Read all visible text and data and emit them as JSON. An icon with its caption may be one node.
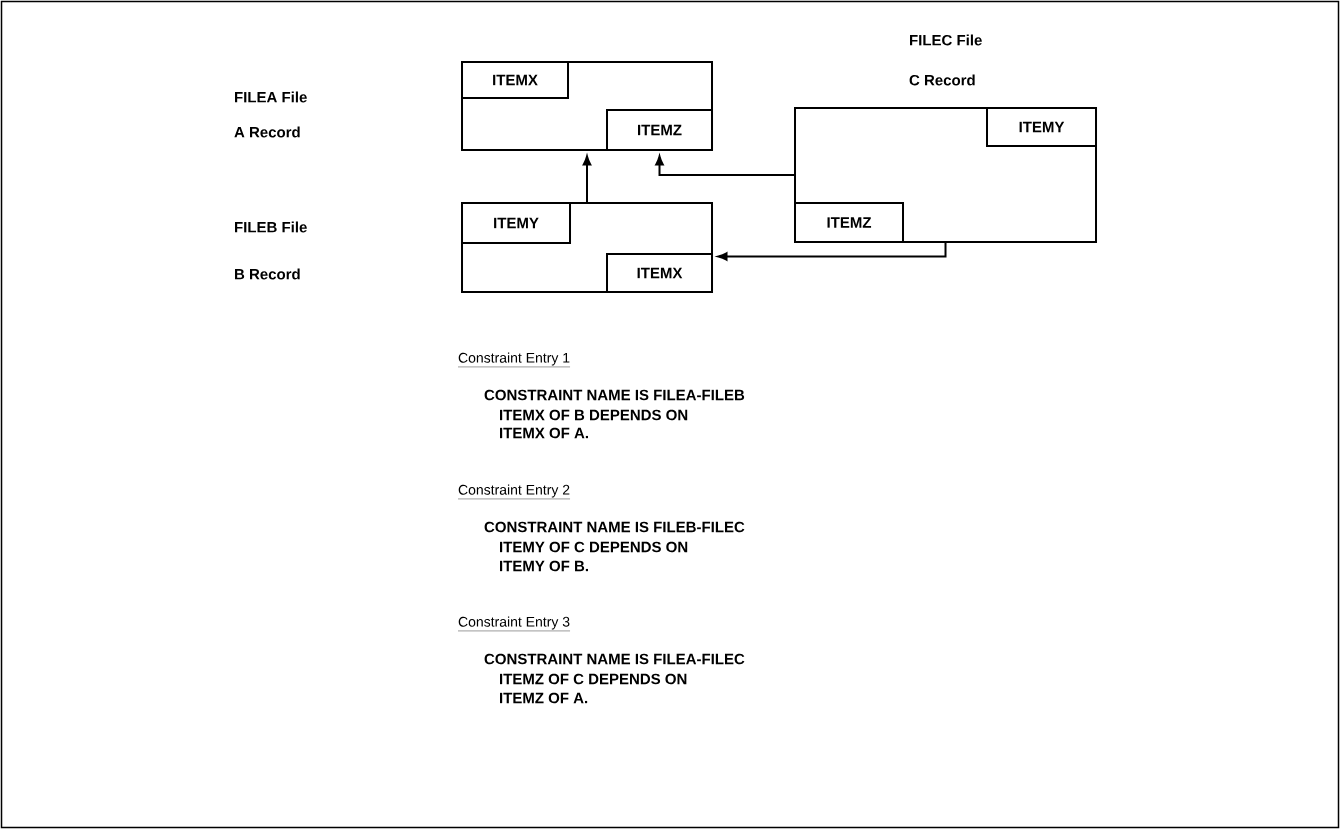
{
  "diagram": {
    "nodes": [
      {
        "text": [],
        "shape": "box"
      },
      {
        "text": [
          "ITEMX"
        ],
        "in": 0
      },
      {
        "text": [
          "ITEMZ"
        ],
        "in": 0
      },
      {
        "text": [],
        "shape": "box"
      },
      {
        "text": [
          "ITEMY"
        ],
        "in": 3
      },
      {
        "text": [
          "ITEMZ"
        ],
        "in": 3
      },
      {
        "text": [],
        "shape": "box"
      },
      {
        "text": [
          "ITEMY"
        ],
        "in": 6
      },
      {
        "text": [
          "ITEMX"
        ],
        "in": 6
      }
    ],
    "edges": [
      {
        "from": 6,
        "to": 0,
        "arrow": "to"
      },
      {
        "from": 3,
        "to": 2,
        "arrow": "to"
      },
      {
        "from": 3,
        "to": 6,
        "arrow": "to"
      }
    ],
    "labels": [
      "FILEC File",
      "FILEA File",
      "C Record",
      "A Record",
      "FILEB File",
      "B Record",
      "Constraint Entry 1",
      "CONSTRAINT NAME IS FILEA-FILEB",
      "ITEMX OF B DEPENDS ON",
      "ITEMX OF A.",
      "Constraint Entry 2",
      "CONSTRAINT NAME IS FILEB-FILEC",
      "ITEMY OF C DEPENDS ON",
      "ITEMY OF B.",
      "Constraint Entry 3",
      "CONSTRAINT NAME IS FILEA-FILEC",
      "ITEMZ OF C DEPENDS ON",
      "ITEMZ OF A."
    ]
  }
}
